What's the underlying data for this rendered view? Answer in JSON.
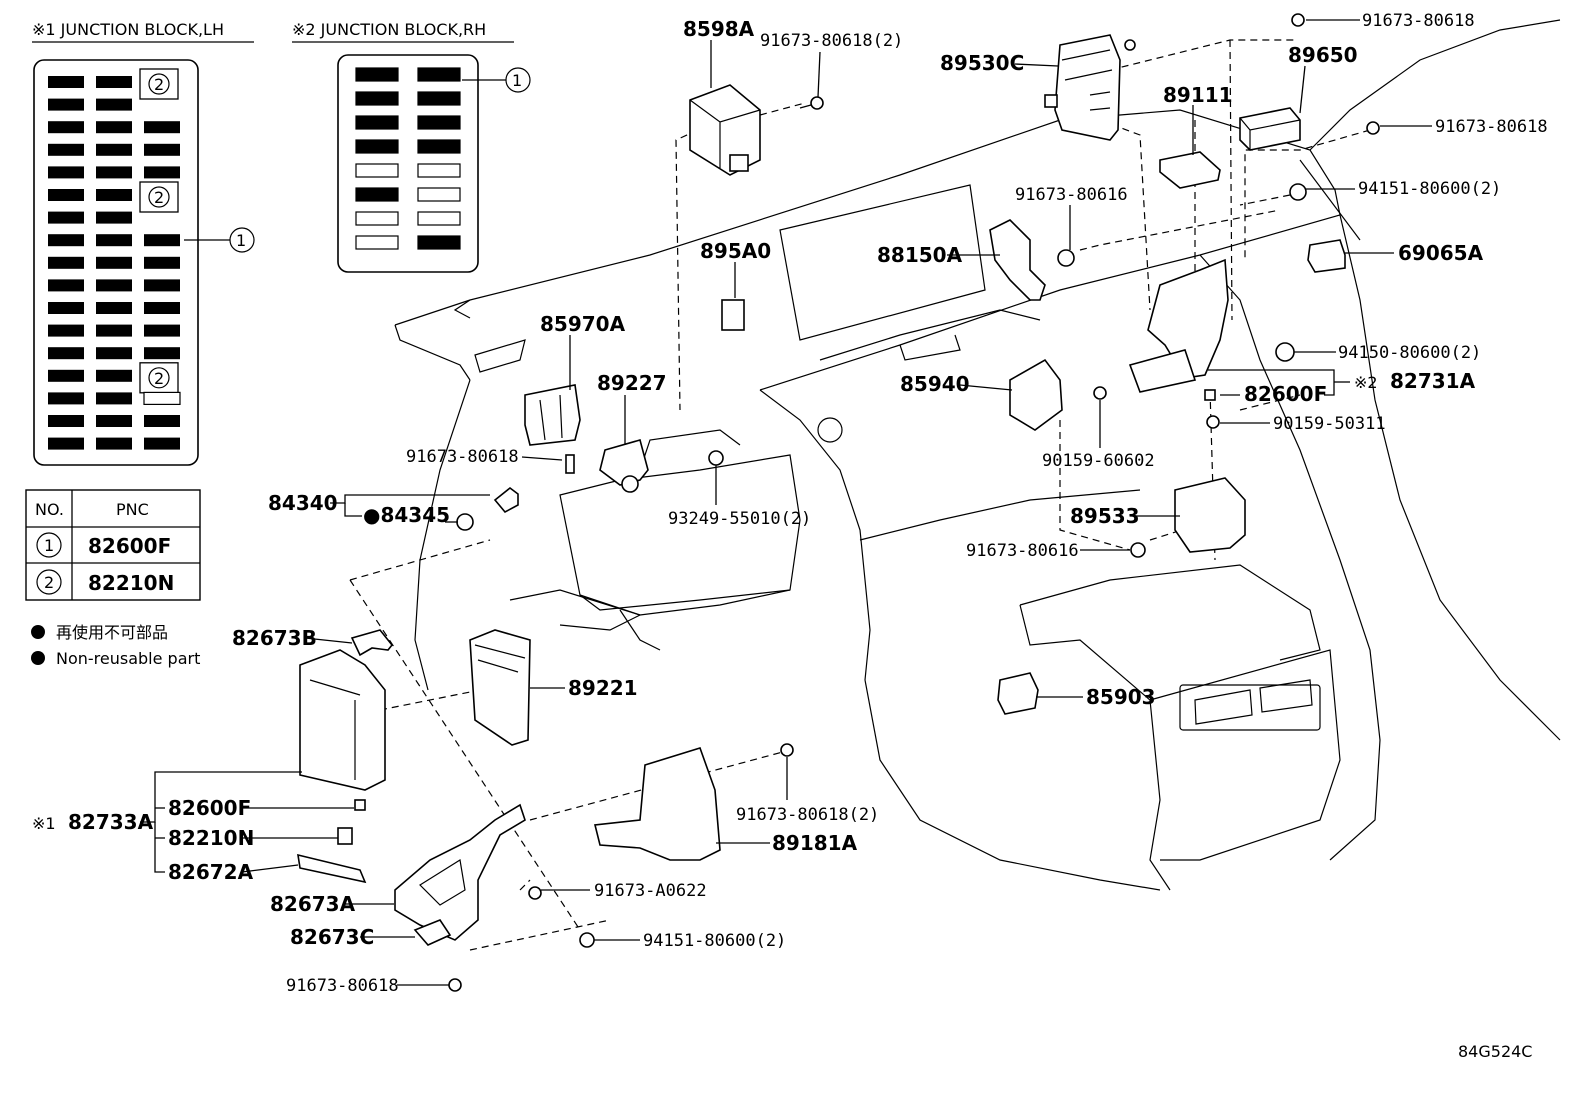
{
  "inset_lh": {
    "title": "※1 JUNCTION BLOCK,LH",
    "callout_circle_2": "2",
    "callout_circle_1": "1"
  },
  "inset_rh": {
    "title": "※2 JUNCTION BLOCK,RH",
    "callout_circle_1": "1"
  },
  "legend_table": {
    "col_no": "NO.",
    "col_pnc": "PNC",
    "rows": [
      {
        "no": "1",
        "pnc": "82600F"
      },
      {
        "no": "2",
        "pnc": "82210N"
      }
    ]
  },
  "notes": {
    "jp": "再使用不可部品",
    "en": "Non-reusable part"
  },
  "parts": {
    "p8598A": "8598A",
    "p91673_80618_2_top": "91673-80618(2)",
    "p89530C": "89530C",
    "p91673_80618_tr1": "91673-80618",
    "p89650": "89650",
    "p89111": "89111",
    "p91673_80618_tr2": "91673-80618",
    "p94151_80600_2_r": "94151-80600(2)",
    "p91673_80616_mid": "91673-80616",
    "p69065A": "69065A",
    "p88150A": "88150A",
    "p895A0": "895A0",
    "p85970A": "85970A",
    "p89227": "89227",
    "p94150_80600_2": "94150-80600(2)",
    "p85940": "85940",
    "p82731A_ref": "※2",
    "p82731A": "82731A",
    "p82600F_r": "82600F",
    "p90159_50311": "90159-50311",
    "p91673_80618_l": "91673-80618",
    "p90159_60602": "90159-60602",
    "p84340": "84340",
    "p84345": "●84345",
    "p93249_55010_2": "93249-55010(2)",
    "p89533": "89533",
    "p91673_80616_low": "91673-80616",
    "p82673B": "82673B",
    "p89221": "89221",
    "p85903": "85903",
    "p91673_80618_2_low": "91673-80618(2)",
    "p89181A": "89181A",
    "p82733A_ref": "※1",
    "p82733A": "82733A",
    "p82600F_l": "82600F",
    "p82210N": "82210N",
    "p82672A": "82672A",
    "p91673_A0622": "91673-A0622",
    "p82673A": "82673A",
    "p82673C": "82673C",
    "p94151_80600_2_low": "94151-80600(2)",
    "p91673_80618_bottom": "91673-80618"
  },
  "figure_code": "84G524C"
}
